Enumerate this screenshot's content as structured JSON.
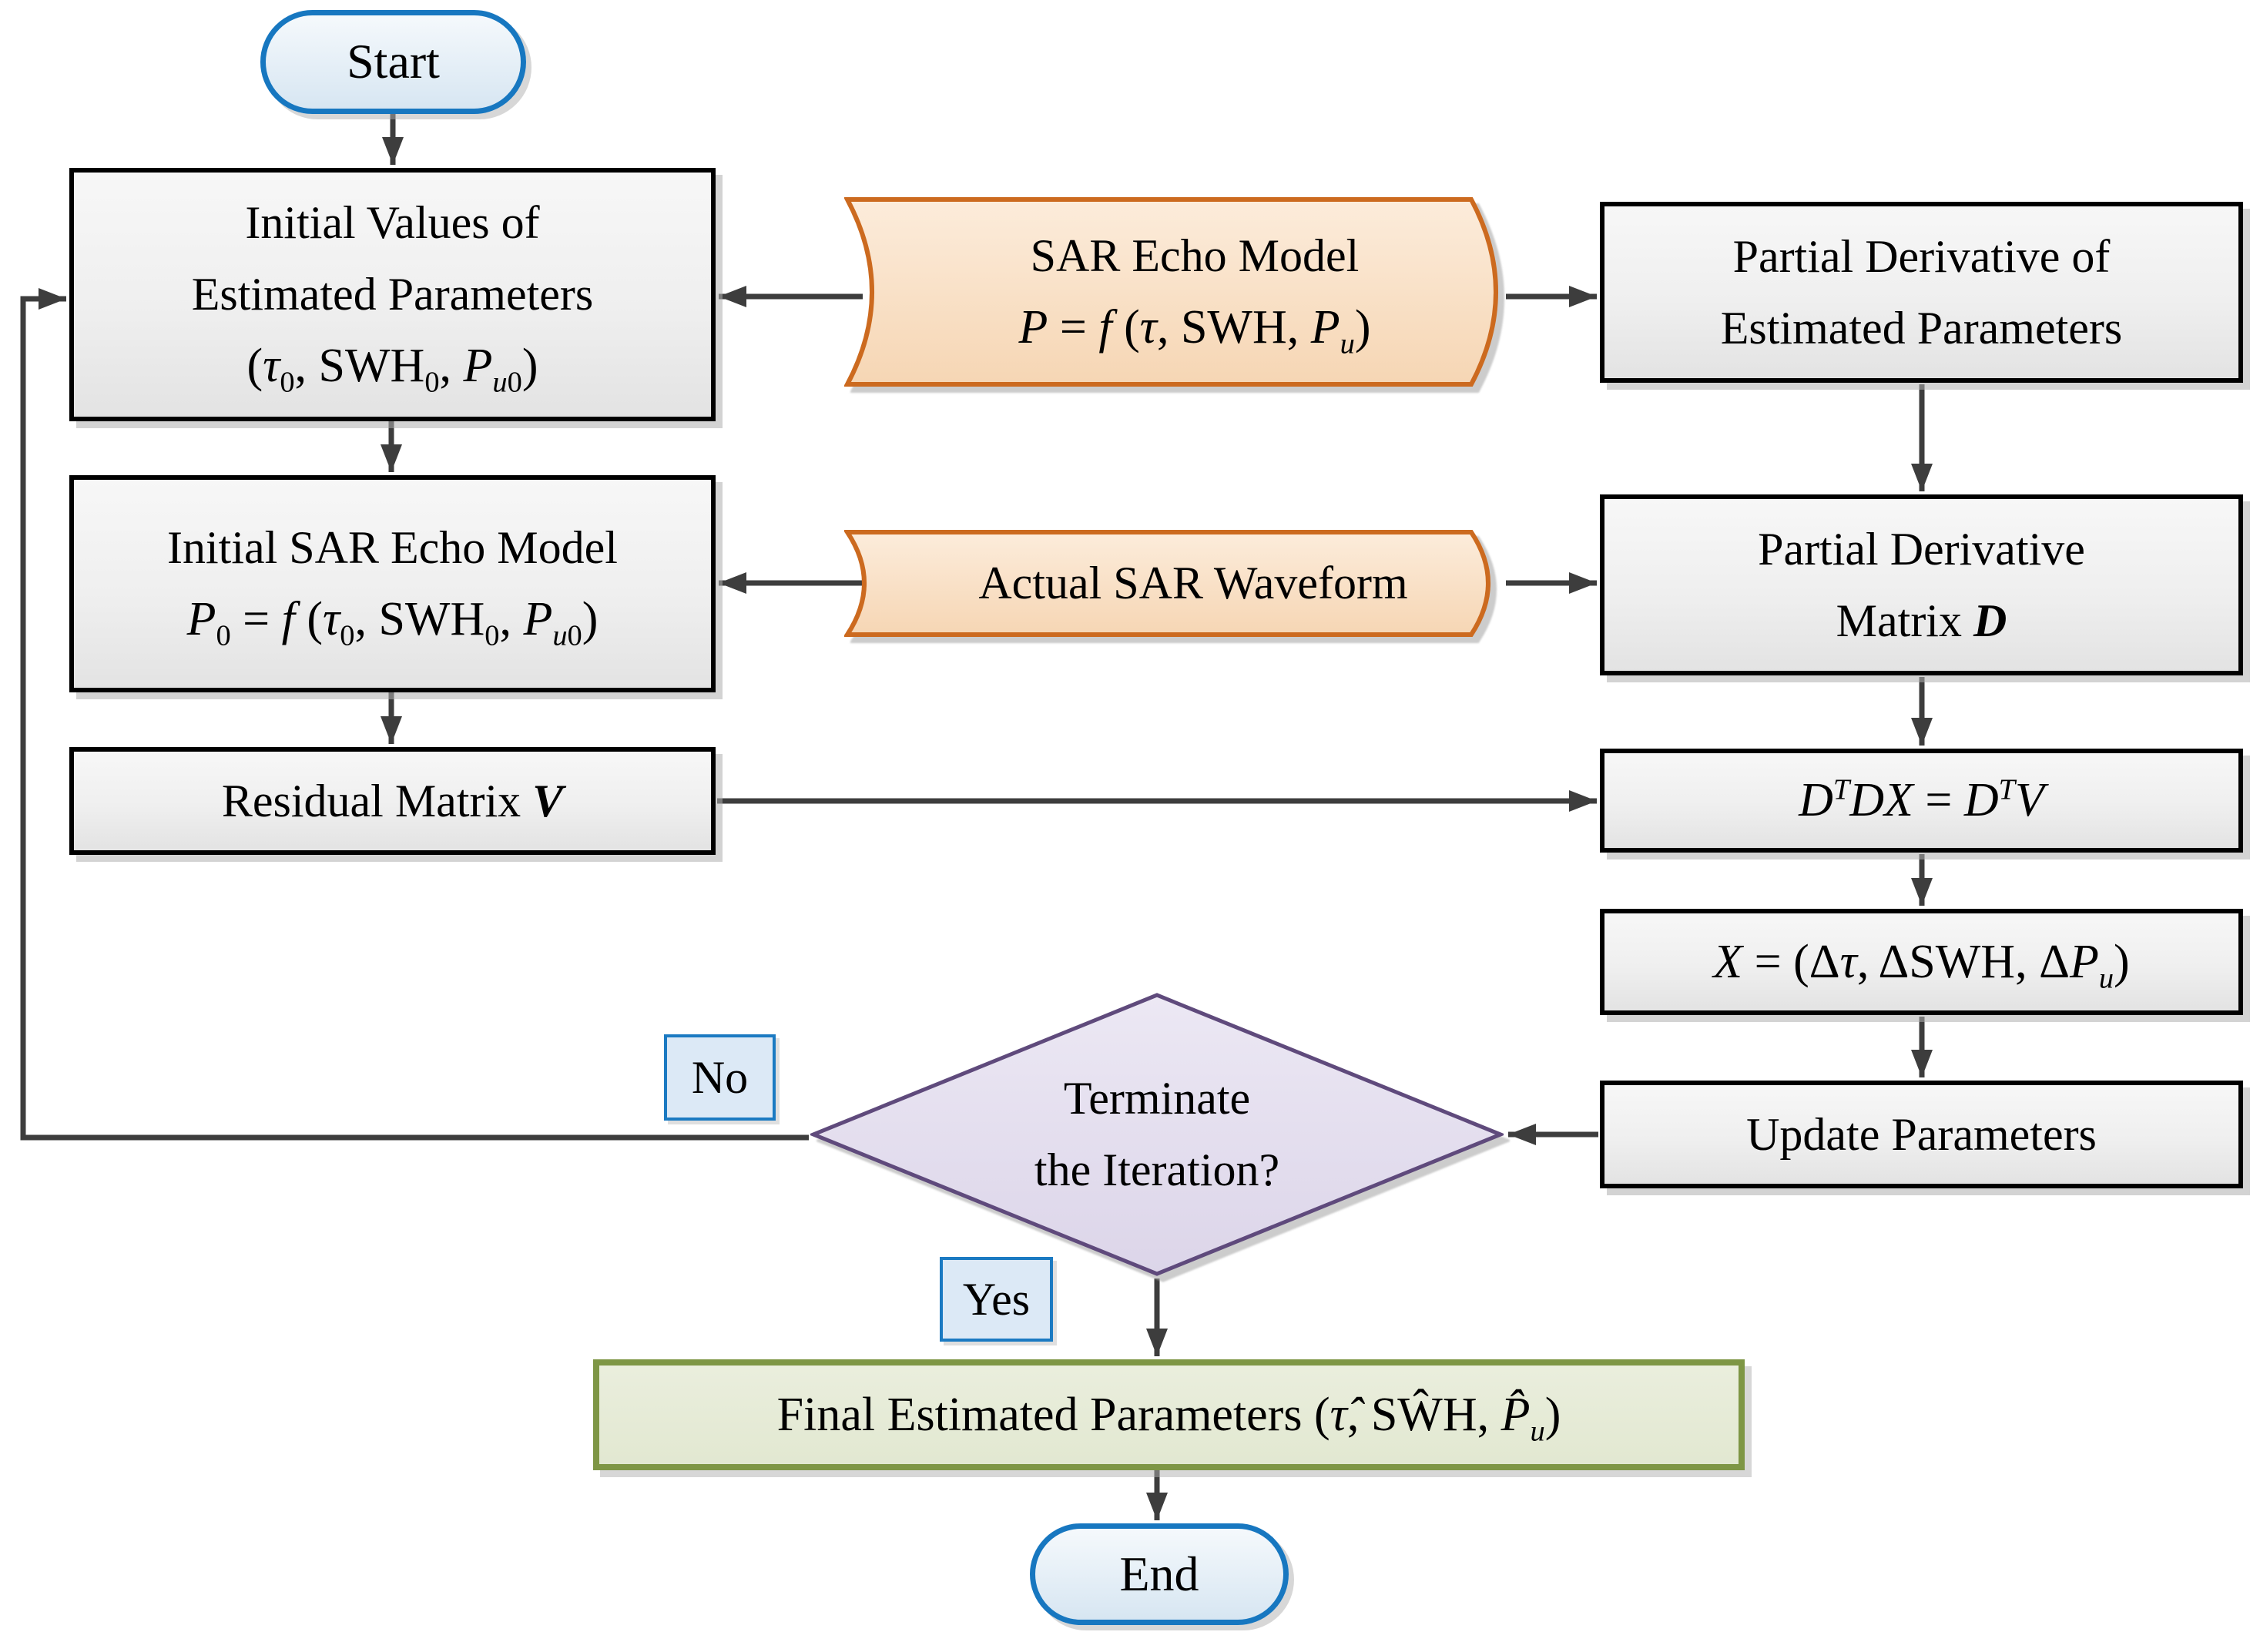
{
  "colors": {
    "arrow": "#3d3d3d",
    "box_border": "#000000",
    "box_fill_top": "#f7f7f7",
    "box_fill_mid": "#efefef",
    "box_fill_bottom": "#e3e3e3",
    "oval_border": "#1777c0",
    "oval_fill": "#d7e6f2",
    "data_border": "#cc6a1f",
    "data_fill_top": "#fcecdb",
    "data_fill_bottom": "#f6d6b4",
    "decision_border": "#5f4a7c",
    "decision_fill_top": "#ece8f4",
    "decision_fill_bottom": "#dcd5e9",
    "final_border": "#7e9645",
    "final_fill": "#e2e8d1",
    "label_fill": "#dce9f6",
    "label_border": "#1b7ac2"
  },
  "nodes": {
    "start": {
      "label": "Start"
    },
    "init_values": {
      "lines": [
        "Initial Values of",
        "Estimated Parameters",
        "(<i>τ</i><sub>0</sub>, SWH<sub>0</sub>, <i>P</i><sub><i>u</i>0</sub>)"
      ]
    },
    "sar_echo_model": {
      "lines": [
        "SAR Echo Model",
        "<i>P</i> = <i>f</i> (<i>τ</i>, SWH, <i>P</i><sub><i>u</i></sub>)"
      ]
    },
    "partial_deriv_of": {
      "lines": [
        "Partial Derivative of",
        "Estimated Parameters"
      ]
    },
    "init_sar_echo": {
      "lines": [
        "Initial SAR Echo Model",
        "<i>P</i><sub>0</sub> = <i>f</i> (<i>τ</i><sub>0</sub>, SWH<sub>0</sub>, <i>P</i><sub><i>u</i>0</sub>)"
      ]
    },
    "actual_waveform": {
      "label": "Actual SAR Waveform"
    },
    "partial_deriv_matrix": {
      "lines": [
        "Partial Derivative",
        "Matrix <b><i>D</i></b>"
      ]
    },
    "residual": {
      "label": "Residual Matrix <b><i>V</i></b>"
    },
    "dtdx": {
      "formula": "<i>D</i><sup><i>T</i></sup><i>DX</i> = <i>D</i><sup><i>T</i></sup><i>V</i>"
    },
    "x_solution": {
      "formula": "<i>X</i> = (Δ<i>τ</i>, ΔSWH, Δ<i>P</i><sub><i>u</i></sub>)"
    },
    "update": {
      "label": "Update Parameters"
    },
    "decision": {
      "lines": [
        "Terminate",
        "the Iteration?"
      ]
    },
    "branch_no": {
      "label": "No"
    },
    "branch_yes": {
      "label": "Yes"
    },
    "final": {
      "label": "Final Estimated Parameters  (<i>τ̂</i>, SŴH, <i>P̂</i><sub><i>u</i></sub>)"
    },
    "end": {
      "label": "End"
    }
  },
  "edges": [
    {
      "from": "start",
      "to": "init_values"
    },
    {
      "from": "init_values",
      "to": "init_sar_echo"
    },
    {
      "from": "init_sar_echo",
      "to": "residual"
    },
    {
      "from": "sar_echo_model",
      "to": "init_values"
    },
    {
      "from": "sar_echo_model",
      "to": "partial_deriv_of"
    },
    {
      "from": "partial_deriv_of",
      "to": "partial_deriv_matrix"
    },
    {
      "from": "actual_waveform",
      "to": "init_sar_echo"
    },
    {
      "from": "actual_waveform",
      "to": "partial_deriv_matrix"
    },
    {
      "from": "partial_deriv_matrix",
      "to": "dtdx"
    },
    {
      "from": "residual",
      "to": "dtdx"
    },
    {
      "from": "dtdx",
      "to": "x_solution"
    },
    {
      "from": "x_solution",
      "to": "update"
    },
    {
      "from": "update",
      "to": "decision"
    },
    {
      "from": "decision",
      "to": "final",
      "label": "Yes"
    },
    {
      "from": "decision",
      "to": "init_values",
      "label": "No"
    },
    {
      "from": "final",
      "to": "end"
    }
  ]
}
